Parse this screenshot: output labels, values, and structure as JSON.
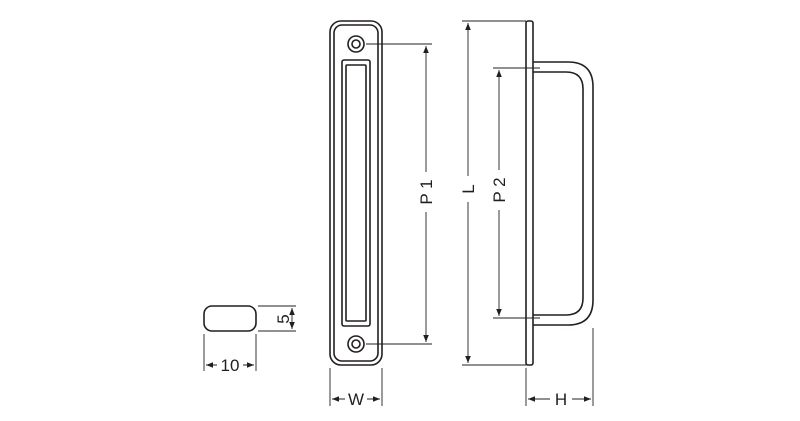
{
  "labels": {
    "cross_width": "10",
    "cross_height": "5",
    "plate_width": "W",
    "pitch_front": "P 1",
    "length": "L",
    "pitch_side": "P 2",
    "height": "H"
  }
}
